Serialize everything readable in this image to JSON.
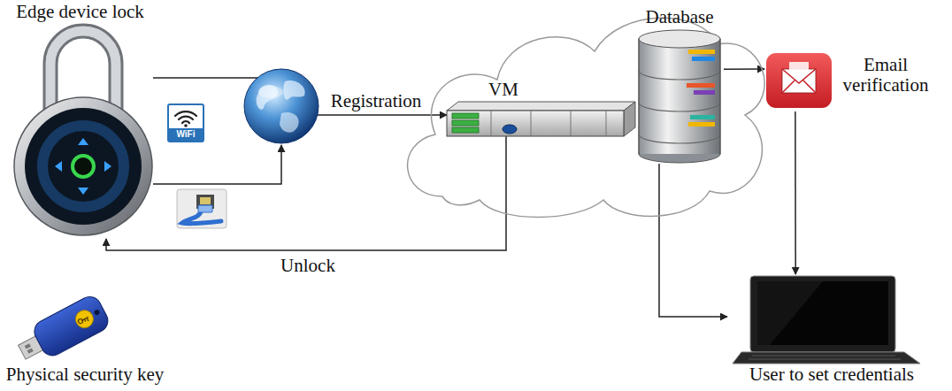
{
  "diagram": {
    "nodes": [
      {
        "text": [
          "Edge device lock"
        ]
      },
      {
        "text": [
          "VM"
        ]
      },
      {
        "text": [
          "Database"
        ]
      },
      {
        "text": [
          "Email verification"
        ]
      },
      {
        "text": [
          "User to set credentials"
        ]
      },
      {
        "text": [
          "Physical security key"
        ]
      }
    ],
    "edges": [
      {
        "from": 0,
        "to": 1,
        "label": "Registration",
        "arrow": "to"
      },
      {
        "from": 1,
        "to": 0,
        "label": "Unlock",
        "arrow": "to"
      },
      {
        "from": 1,
        "to": 2,
        "arrow": "none"
      },
      {
        "from": 2,
        "to": 3,
        "arrow": "to"
      },
      {
        "from": 3,
        "to": 4,
        "arrow": "to"
      },
      {
        "from": 2,
        "to": 4,
        "arrow": "to"
      }
    ],
    "labels": [
      "WiFi"
    ]
  }
}
